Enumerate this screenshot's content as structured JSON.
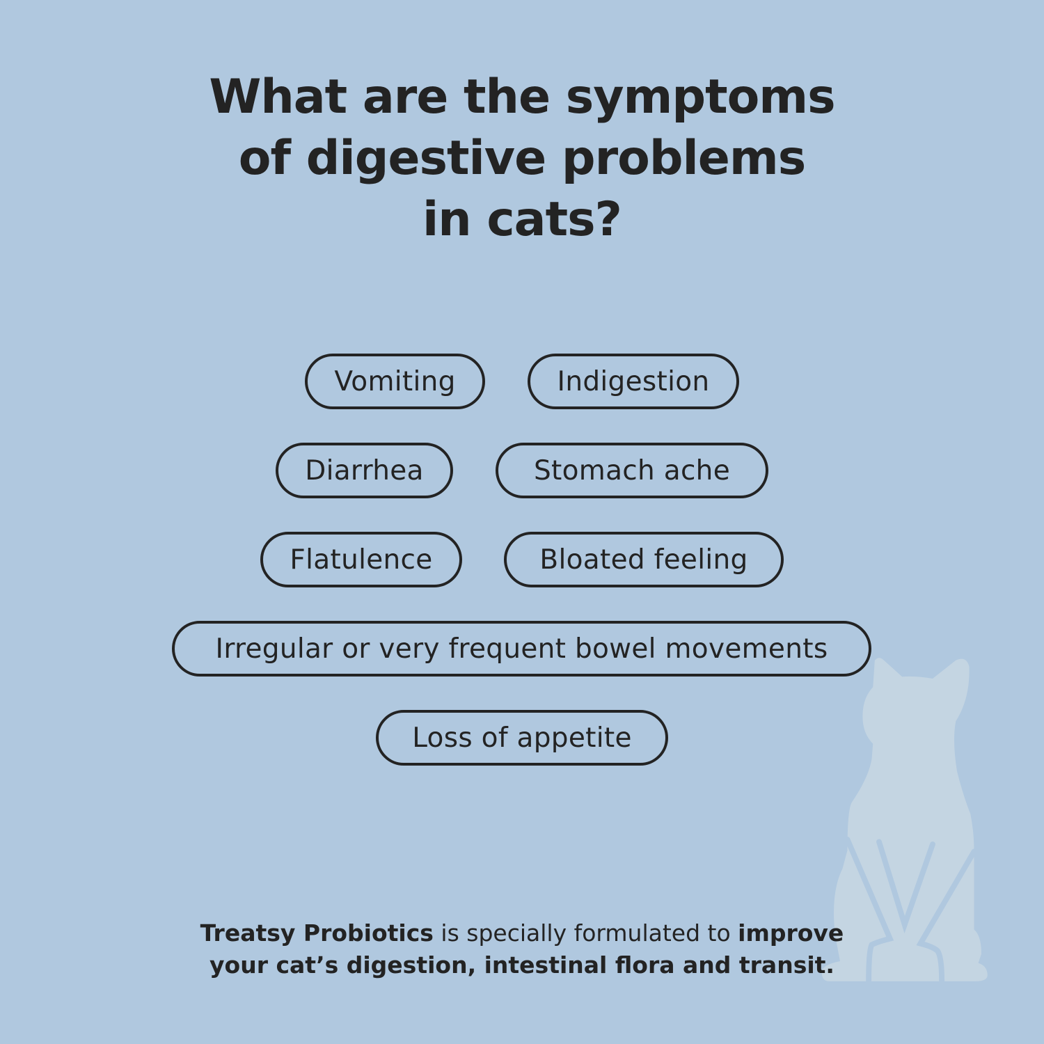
{
  "title": {
    "line1": "What are the symptoms",
    "line2": "of digestive problems",
    "line3": "in cats?"
  },
  "symptoms": [
    {
      "label": "Vomiting"
    },
    {
      "label": "Indigestion"
    },
    {
      "label": "Diarrhea"
    },
    {
      "label": "Stomach ache"
    },
    {
      "label": "Flatulence"
    },
    {
      "label": "Bloated feeling"
    },
    {
      "label": "Irregular or very frequent bowel movements"
    },
    {
      "label": "Loss of appetite"
    }
  ],
  "footer": {
    "brand": "Treatsy Probiotics",
    "text1": " is specially formulated to ",
    "bold1": "improve",
    "bold2": "your cat’s digestion, intestinal flora and transit."
  },
  "illustration": {
    "icon": "cat-silhouette-icon"
  },
  "colors": {
    "background": "#b0c8df",
    "text": "#232323",
    "cat": "#c4d5e2"
  }
}
